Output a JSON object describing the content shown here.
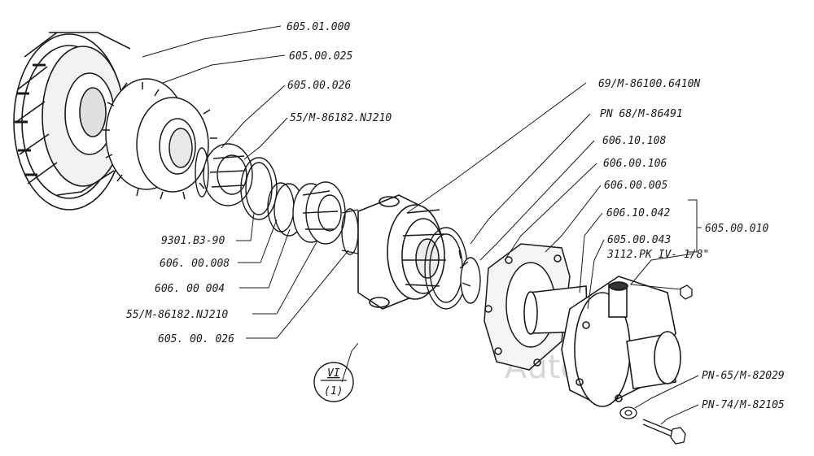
{
  "labels": {
    "l_605_01_000": "605.01.000",
    "l_605_00_025": "605.00.025",
    "l_605_00_026a": "605.00.026",
    "l_55_nj210a": "55/M-86182.NJ210",
    "l_69_m": "69/M-86100.6410N",
    "l_pn68": "PN 68/M-86491",
    "l_606_10_108": "606.10.108",
    "l_606_00_106": "606.00.106",
    "l_606_00_005": "606.00.005",
    "l_606_10_042": "606.10.042",
    "l_605_00_043": "605.00.043",
    "l_3112": "3112.PK IV- 1/8\"",
    "l_605_00_010": "605.00.010",
    "l_9301": "9301.B3-90",
    "l_606_00_008": "606. 00.008",
    "l_606_00_004": "606. 00 004",
    "l_55_nj210b": "55/M-86182.NJ210",
    "l_605_00_026b": "605. 00. 026",
    "l_pn65": "PN-65/M-82029",
    "l_pn74": "PN-74/M-82105"
  },
  "view_marker": {
    "numerator": "VI",
    "denominator": "(1)"
  },
  "watermark": "AutoSoft"
}
